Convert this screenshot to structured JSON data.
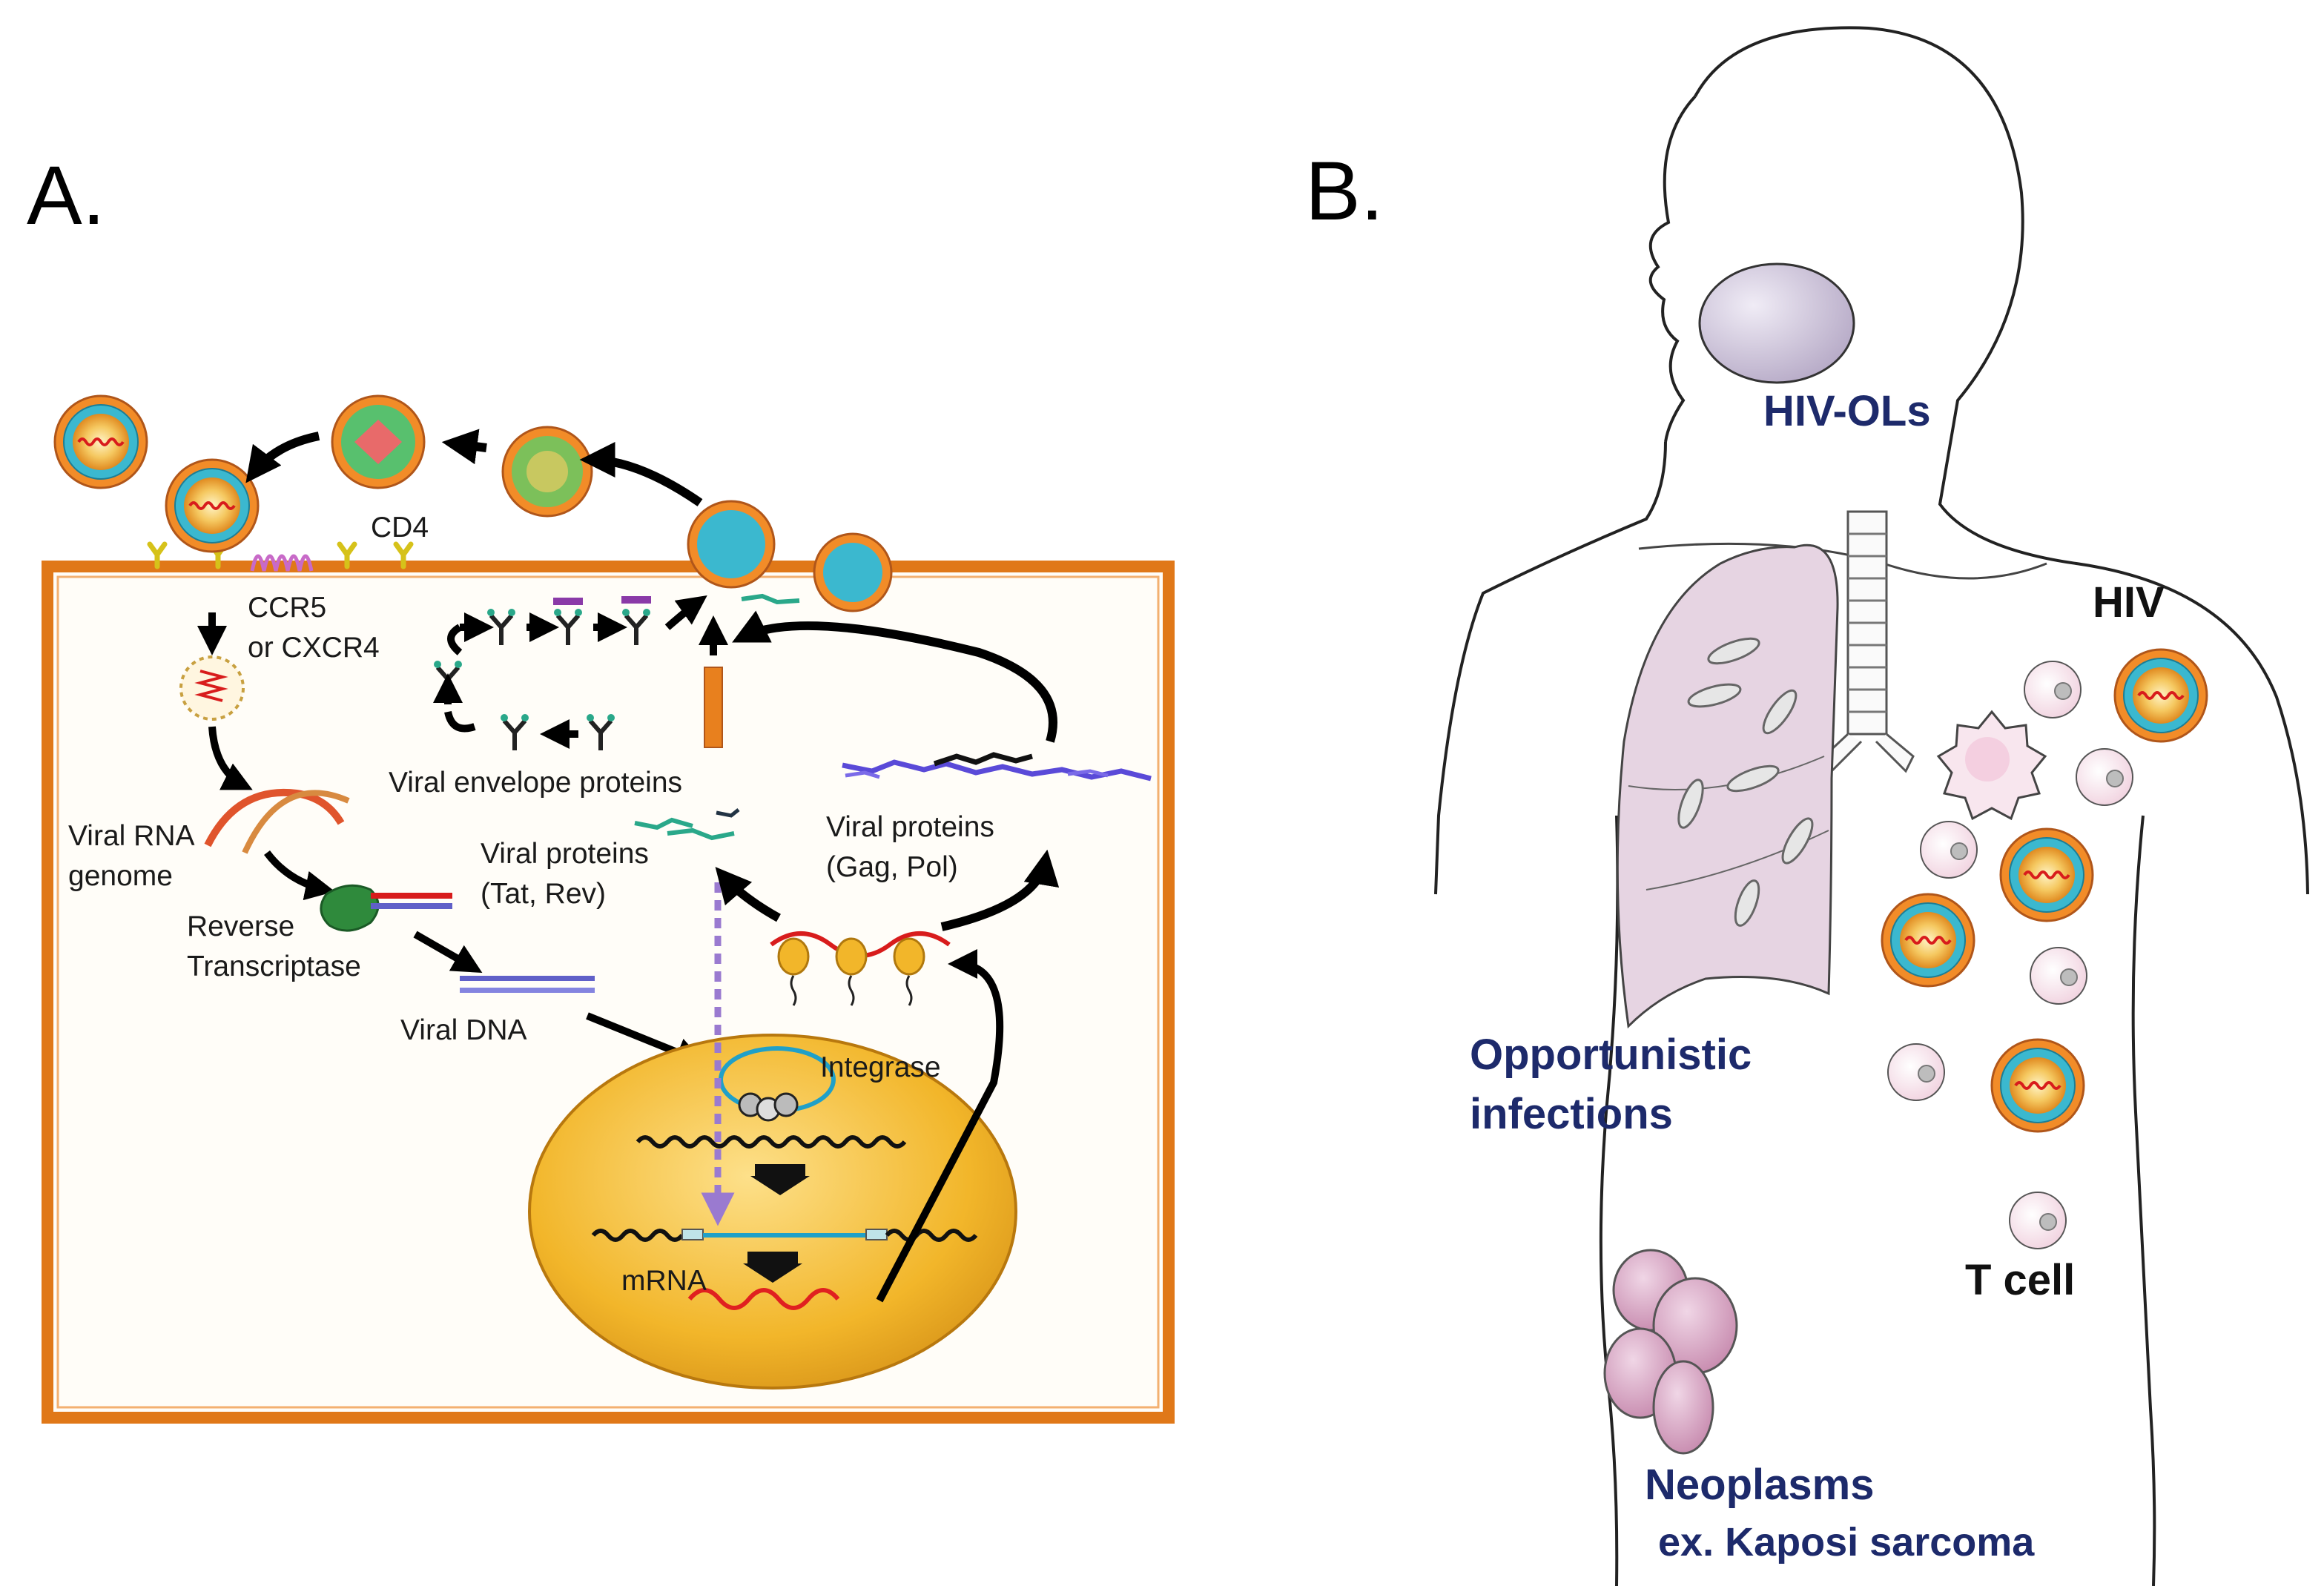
{
  "panel_a": {
    "letter": "A.",
    "labels": {
      "cd4": "CD4",
      "ccr5": "CCR5",
      "cxcr4": "or CXCR4",
      "viral_rna_1": "Viral RNA",
      "viral_rna_2": "genome",
      "rt_1": "Reverse",
      "rt_2": "Transcriptase",
      "viral_dna": "Viral DNA",
      "env_proteins": "Viral envelope proteins",
      "tat_rev_1": "Viral proteins",
      "tat_rev_2": "(Tat, Rev)",
      "gag_pol_1": "Viral proteins",
      "gag_pol_2": "(Gag, Pol)",
      "integrase": "Integrase",
      "mrna": "mRNA"
    },
    "colors": {
      "membrane": "#e07818",
      "nucleus": "#f2b62a",
      "receptor": "#e6d51e",
      "ccr5": "#c86ac8",
      "virion_ring": "#e8801e",
      "virion_core": "#2ab0c8",
      "rna": "#e02020",
      "dna": "#6060c8",
      "integrase_loop": "#20a0c8",
      "dashed_arrow": "#9a7ad0"
    }
  },
  "panel_b": {
    "letter": "B.",
    "labels": {
      "hiv_ols": "HIV-OLs",
      "hiv": "HIV",
      "opportunistic_1": "Opportunistic",
      "opportunistic_2": "infections",
      "t_cell": "T cell",
      "neoplasms": "Neoplasms",
      "kaposi": "ex. Kaposi sarcoma"
    },
    "colors": {
      "label_blue": "#1d2a6b",
      "lung": "#e6d4e2",
      "oral_lesion": "#cdc4dc",
      "t_cell": "#fbeef3",
      "neoplasm": "#d9a9c6"
    }
  }
}
